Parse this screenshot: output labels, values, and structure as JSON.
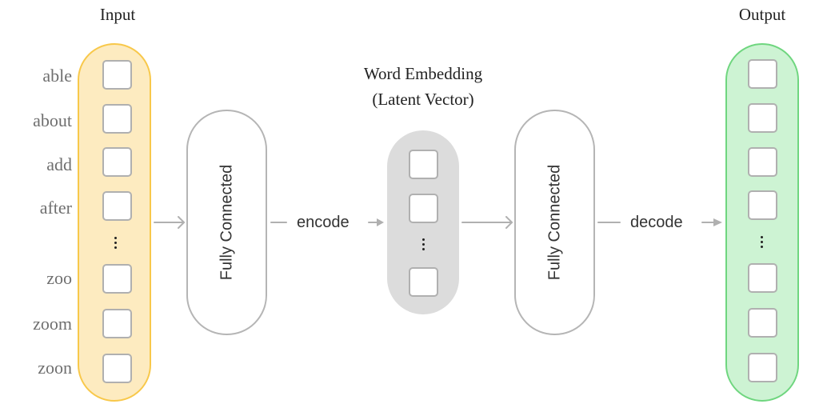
{
  "diagram": {
    "input": {
      "title": "Input",
      "words": [
        "able",
        "about",
        "add",
        "after",
        "zoo",
        "zoom",
        "zoon"
      ],
      "ellipsis": "⋮",
      "fill_color": "#fdebc0",
      "border_color": "#f8c84a"
    },
    "encoder": {
      "label": "Fully Connected"
    },
    "encode_label": "encode",
    "latent": {
      "title_line1": "Word Embedding",
      "title_line2": "(Latent Vector)",
      "fill_color": "#dcdcdc"
    },
    "decoder": {
      "label": "Fully Connected"
    },
    "decode_label": "decode",
    "output": {
      "title": "Output",
      "fill_color": "#cdf3d3",
      "border_color": "#6fd67f"
    },
    "arrow_color": "#b0b0b0"
  }
}
